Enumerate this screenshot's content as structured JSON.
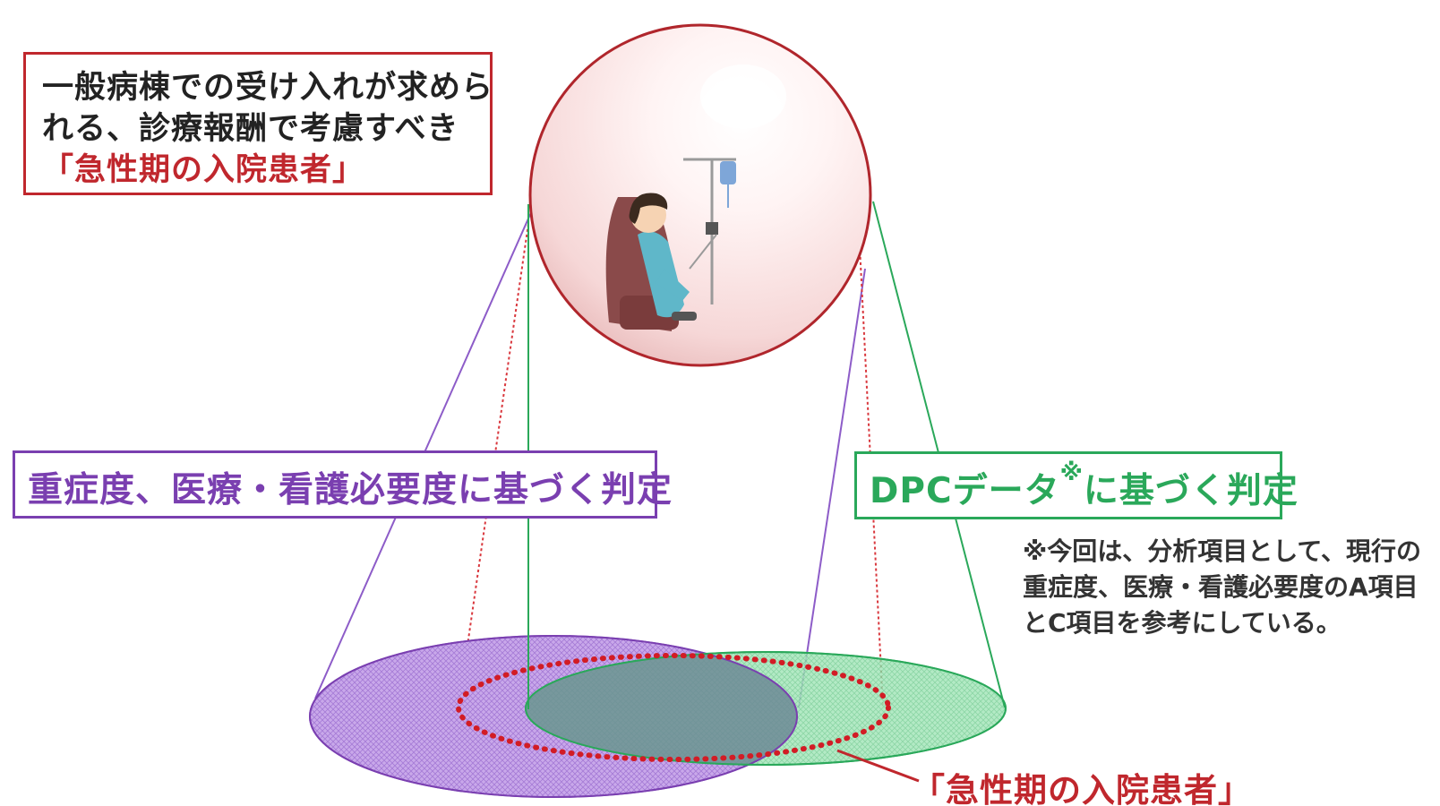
{
  "colors": {
    "red": "#c0272d",
    "purple": "#7a3fb0",
    "green": "#2aa85a",
    "purple_fill": "#b48be0",
    "green_fill": "#8fdcaa",
    "overlap_fill": "#6f8c96"
  },
  "callout_box": {
    "line1": "一般病棟での受け入れが求めら",
    "line2": "れる、診療報酬で考慮すべき",
    "line3": "「急性期の入院患者」"
  },
  "severity_label": "重症度、医療・看護必要度に基づく判定",
  "dpc_label": {
    "main": "DPCデータ",
    "mark": "※",
    "rest": "に基づく判定"
  },
  "footnote": {
    "line1": "※今回は、分析項目として、現行の",
    "line2": "重症度、医療・看護必要度のA項目",
    "line3": "とC項目を参考にしている。"
  },
  "bottom_label": "「急性期の入院患者」",
  "illustration": {
    "name": "patient-on-iv-drip-icon"
  }
}
